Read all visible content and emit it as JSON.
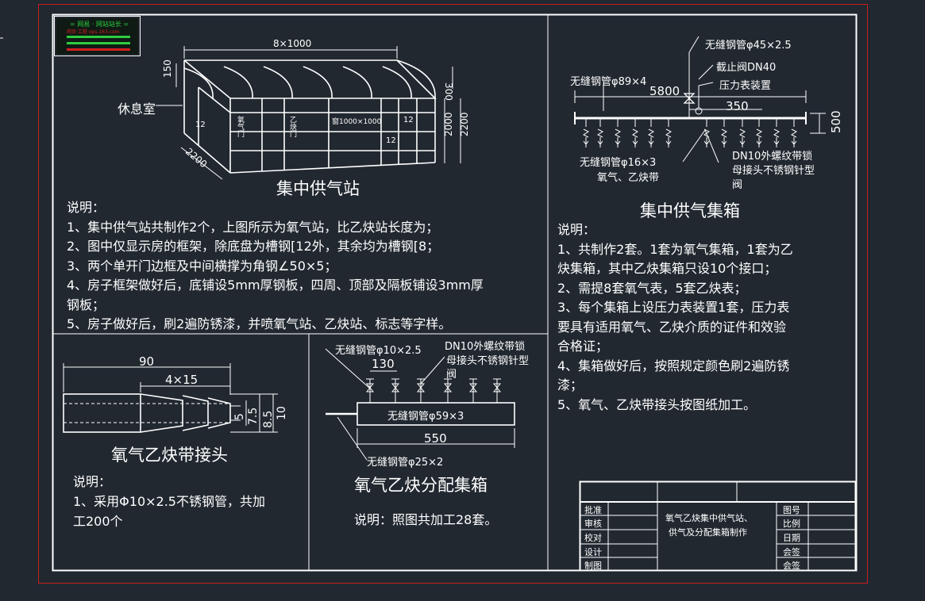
{
  "logo": {
    "line1": "= 网易 · 网站站长 =",
    "line2": "网页·工程    ops.163.com"
  },
  "station": {
    "title": "集中供气站",
    "dim_length": "8×1000",
    "dim_top": "150",
    "dim_right_top": "300",
    "dim_height1": "2000",
    "dim_height2": "2200",
    "dim_depth": "2200",
    "room_label": "休息室",
    "chan_12a": "12",
    "chan_12b": "12",
    "chan_12c": "12",
    "door1": "氧气门",
    "door2": "乙炔门",
    "window": "窗1000×1000",
    "notes": [
      "说明：",
      "1、集中供气站共制作2个，上图所示为氧气站，比乙炔站长度为；",
      "2、图中仅显示房的框架，除底盘为槽钢[12外，其余均为槽钢[8；",
      "3、两个单开门边框及中间横撑为角钢∠50×5；",
      "4、房子框架做好后，底铺设5mm厚钢板，四周、顶部及隔板铺设3mm厚",
      "钢板；",
      "5、房子做好后，刷2遍防锈漆，并喷氧气站、乙炔站、标志等字样。"
    ]
  },
  "manifold": {
    "title": "集中供气集箱",
    "pipe_top": "无缝钢管φ45×2.5",
    "valve": "截止阀DN40",
    "gauge": "压力表装置",
    "pipe_main": "无缝钢管φ89×4",
    "dim_5800": "5800",
    "dim_350": "350",
    "dim_500": "500",
    "pipe_branch": "无缝钢管φ16×3",
    "hose": "氧气、乙炔带",
    "needle1": "DN10外螺纹带锁",
    "needle2": "母接头不锈钢针型",
    "needle3": "阀",
    "notes": [
      "说明：",
      "1、共制作2套。1套为氧气集箱，1套为乙",
      "炔集箱，其中乙炔集箱只设10个接口；",
      "2、需提8套氧气表，5套乙炔表；",
      "3、每个集箱上设压力表装置1套，压力表",
      "要具有适用氧气、乙炔介质的证件和效验",
      "合格证；",
      "4、集箱做好后，按照规定颜色刷2遍防锈",
      "漆；",
      "5、氧气、乙炔带接头按图纸加工。"
    ]
  },
  "connector": {
    "title": "氧气乙炔带接头",
    "dim_90": "90",
    "dim_4x15": "4×15",
    "dim_5": "5",
    "dim_75": "7.5",
    "dim_85": "8.5",
    "dim_10": "10",
    "notes": [
      "说明：",
      "1、采用Φ10×2.5不锈钢管，共加",
      "工200个"
    ]
  },
  "distributor": {
    "title": "氧气乙炔分配集箱",
    "pipe_top": "无缝钢管φ10×2.5",
    "needle1": "DN10外螺纹带锁",
    "needle2": "母接头不锈钢针型",
    "needle3": "阀",
    "dim_130": "130",
    "dim_550": "550",
    "pipe_main": "无缝钢管φ59×3",
    "pipe_in": "无缝钢管φ25×2",
    "notes": [
      "说明：照图共加工28套。"
    ]
  },
  "titleblock": {
    "roles": [
      "批准",
      "审核",
      "校对",
      "设计",
      "制图"
    ],
    "drawing_title_1": "氧气乙炔集中供气站、",
    "drawing_title_2": "供气及分配集箱制作",
    "fields": [
      "图号",
      "比例",
      "日期",
      "会签",
      "会签"
    ]
  }
}
